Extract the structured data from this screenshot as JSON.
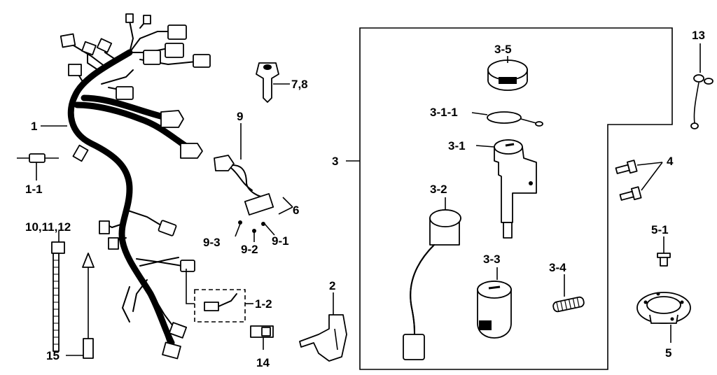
{
  "labels": {
    "l1": "1",
    "l1_1": "1-1",
    "l1_2": "1-2",
    "l2": "2",
    "l3": "3",
    "l3_1": "3-1",
    "l3_1_1": "3-1-1",
    "l3_2": "3-2",
    "l3_3": "3-3",
    "l3_4": "3-4",
    "l3_5": "3-5",
    "l4": "4",
    "l5": "5",
    "l5_1": "5-1",
    "l6": "6",
    "l7_8": "7,8",
    "l9": "9",
    "l9_1": "9-1",
    "l9_2": "9-2",
    "l9_3": "9-3",
    "l10_11_12": "10,11,12",
    "l13": "13",
    "l14": "14",
    "l15": "15"
  },
  "colors": {
    "line": "#000000",
    "background": "#ffffff"
  }
}
